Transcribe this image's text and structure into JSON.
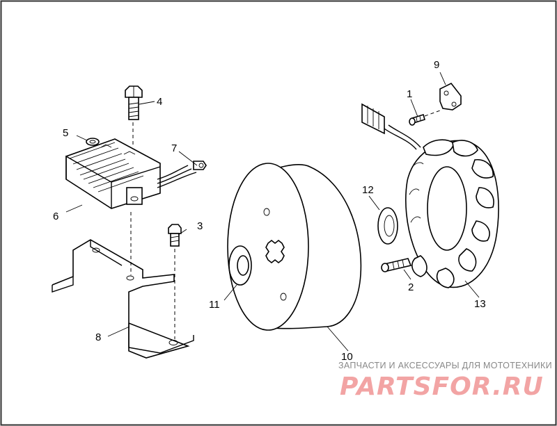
{
  "callouts": {
    "c1": "1",
    "c2": "2",
    "c3": "3",
    "c4": "4",
    "c5": "5",
    "c6": "6",
    "c7": "7",
    "c8": "8",
    "c9": "9",
    "c10": "10",
    "c11": "11",
    "c12": "12",
    "c13": "13"
  },
  "watermark": {
    "tagline": "ЗАПЧАСТИ И АКСЕССУАРЫ ДЛЯ МОТОТЕХНИКИ",
    "logo_text": "PARTSFOR.RU"
  },
  "colors": {
    "line": "#000000",
    "frame": "#333333",
    "logo": "#f2a4a4",
    "tagline": "#888888"
  }
}
